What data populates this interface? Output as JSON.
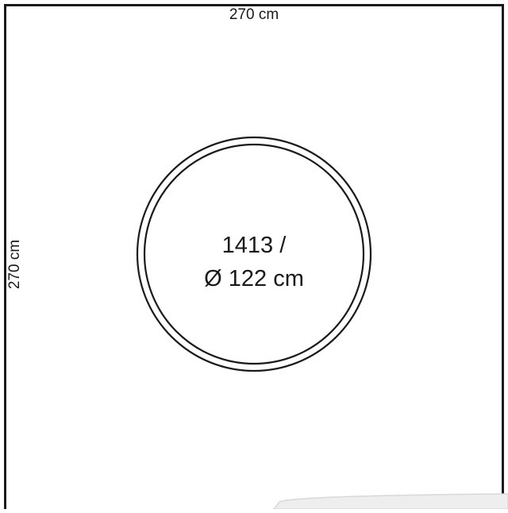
{
  "dimensions": {
    "width_label": "270 cm",
    "depth_label": "270 cm"
  },
  "table": {
    "model_line": "1413 /",
    "diameter_line": "Ø 122 cm"
  },
  "colors": {
    "line": "#1a1a1a",
    "background": "#ffffff",
    "watermark": "#e8e8e8"
  },
  "chairs": [
    {
      "name": "chair-top-left",
      "angle": -45
    },
    {
      "name": "chair-top-right",
      "angle": 45
    },
    {
      "name": "chair-right",
      "angle": 90
    },
    {
      "name": "chair-bottom-right",
      "angle": 135
    },
    {
      "name": "chair-bottom-left",
      "angle": -135
    },
    {
      "name": "chair-left",
      "angle": -90
    }
  ]
}
